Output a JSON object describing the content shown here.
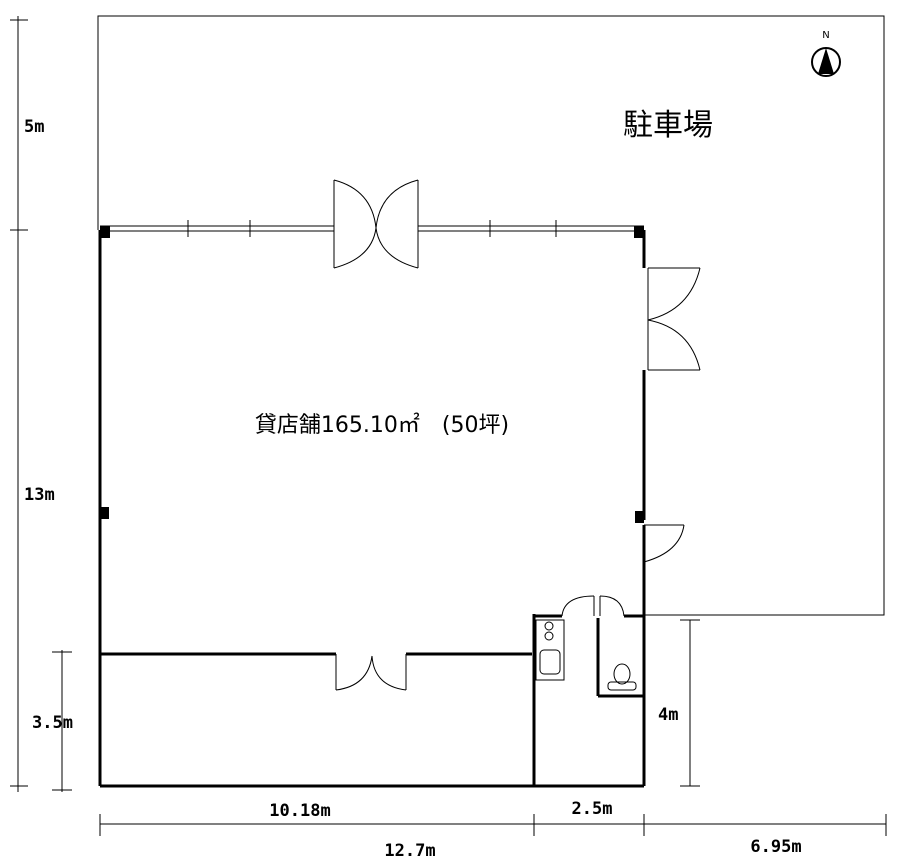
{
  "labels": {
    "parking": "駐車場",
    "store": "貸店舗165.10㎡　(50坪)",
    "north": "N"
  },
  "dimensions": {
    "left_top": "5m",
    "left_main": "13m",
    "left_bottom": "3.5m",
    "right_small": "4m",
    "bottom_left": "10.18m",
    "bottom_mid": "2.5m",
    "total_width": "12.7m",
    "right_width": "6.95m"
  }
}
